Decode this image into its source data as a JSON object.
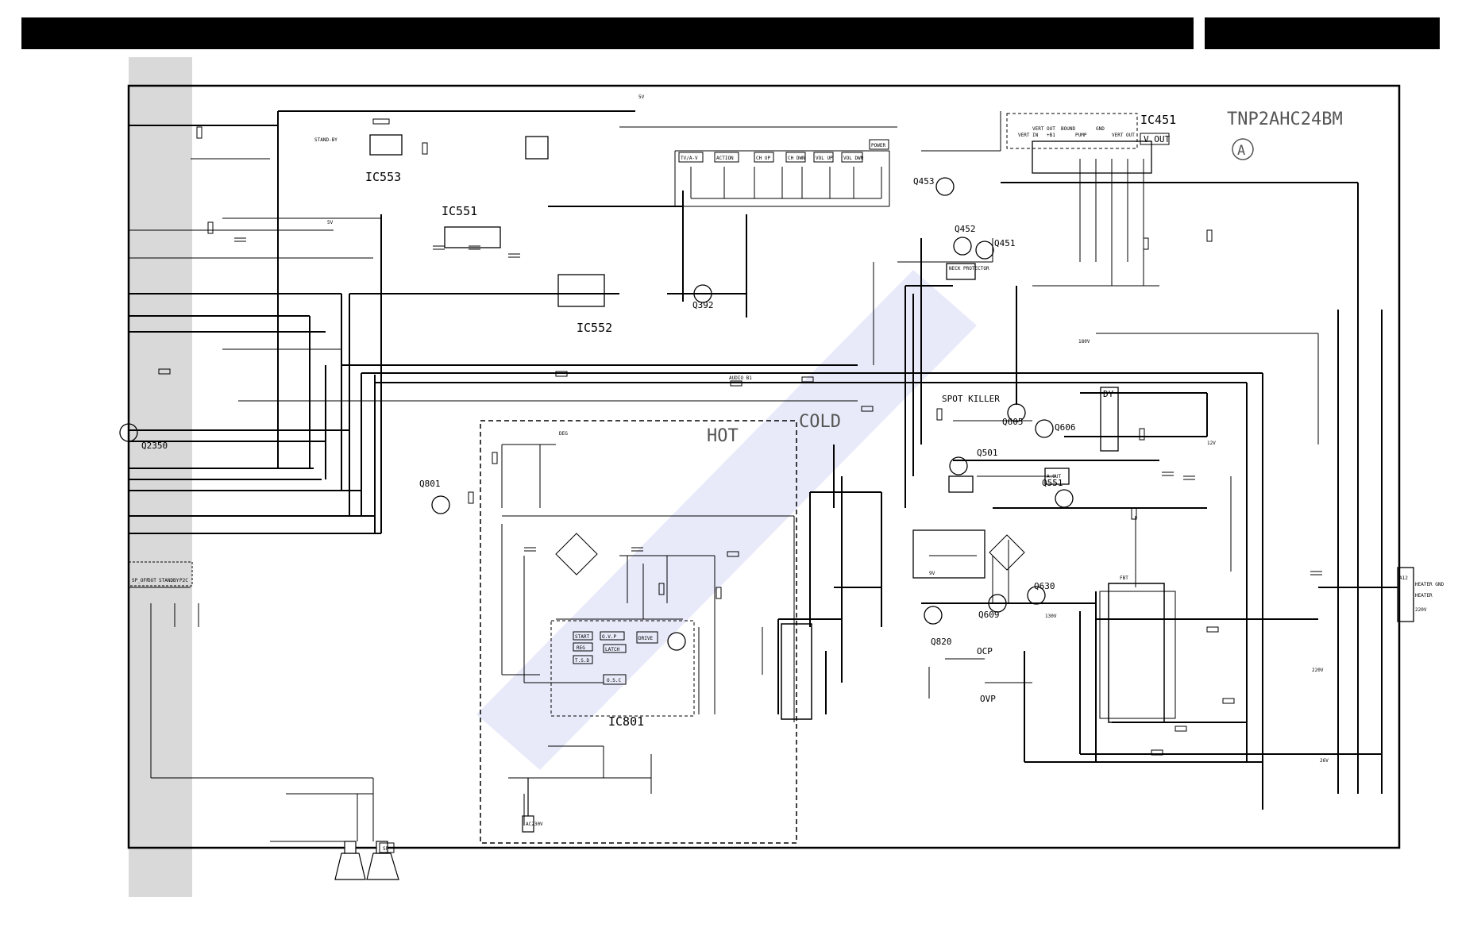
{
  "header": {
    "left_bar": "",
    "right_bar": ""
  },
  "board": {
    "part_number": "TNP2AHC24BM",
    "circle_label": "A"
  },
  "ics": [
    "IC451",
    "IC551",
    "IC552",
    "IC553",
    "IC801"
  ],
  "ic451_output": "V.OUT",
  "ic451_pins": [
    "VERT IN",
    "VERT OUT",
    "+B1",
    "BOUND",
    "PUMP",
    "GND",
    "VERT OUT"
  ],
  "transistors": [
    "Q453",
    "Q452",
    "Q451",
    "Q392",
    "Q2350",
    "Q801",
    "Q605",
    "Q606",
    "Q501",
    "Q551",
    "Q609",
    "Q630",
    "Q820"
  ],
  "regions": {
    "hot": "HOT",
    "cold": "COLD"
  },
  "labels": {
    "spot_killer": "SPOT KILLER",
    "ocp": "OCP",
    "ovp": "OVP",
    "neck_protector": "NECK PROTECTOR",
    "a_out": "A.OUT",
    "dy": "DY",
    "audio_b1": "AUDIO B1",
    "degauss": "DEG",
    "sp": "SP",
    "a12": "A12",
    "ac_cord": "AC230V",
    "five_v": "5V",
    "stand_by": "STAND-BY",
    "hv_block": "FBT"
  },
  "ic801_blocks": [
    "START",
    "O.V.P",
    "REG",
    "LATCH",
    "DRIVE",
    "T.S.D",
    "O.S.C"
  ],
  "key_labels": [
    "TV/A-V",
    "ACTION",
    "CH UP",
    "CH DWN",
    "VOL UP",
    "VOL DWN",
    "POWER"
  ],
  "connector_left_pins": [
    "SP_OFF",
    "OUT",
    "STANDBY",
    "P2C"
  ],
  "connector_right_pins": [
    "HEATER GND",
    "HEATER",
    "220V"
  ],
  "voltages": [
    "5V",
    "9V",
    "12V",
    "130V",
    "180V",
    "220V",
    "26V"
  ]
}
